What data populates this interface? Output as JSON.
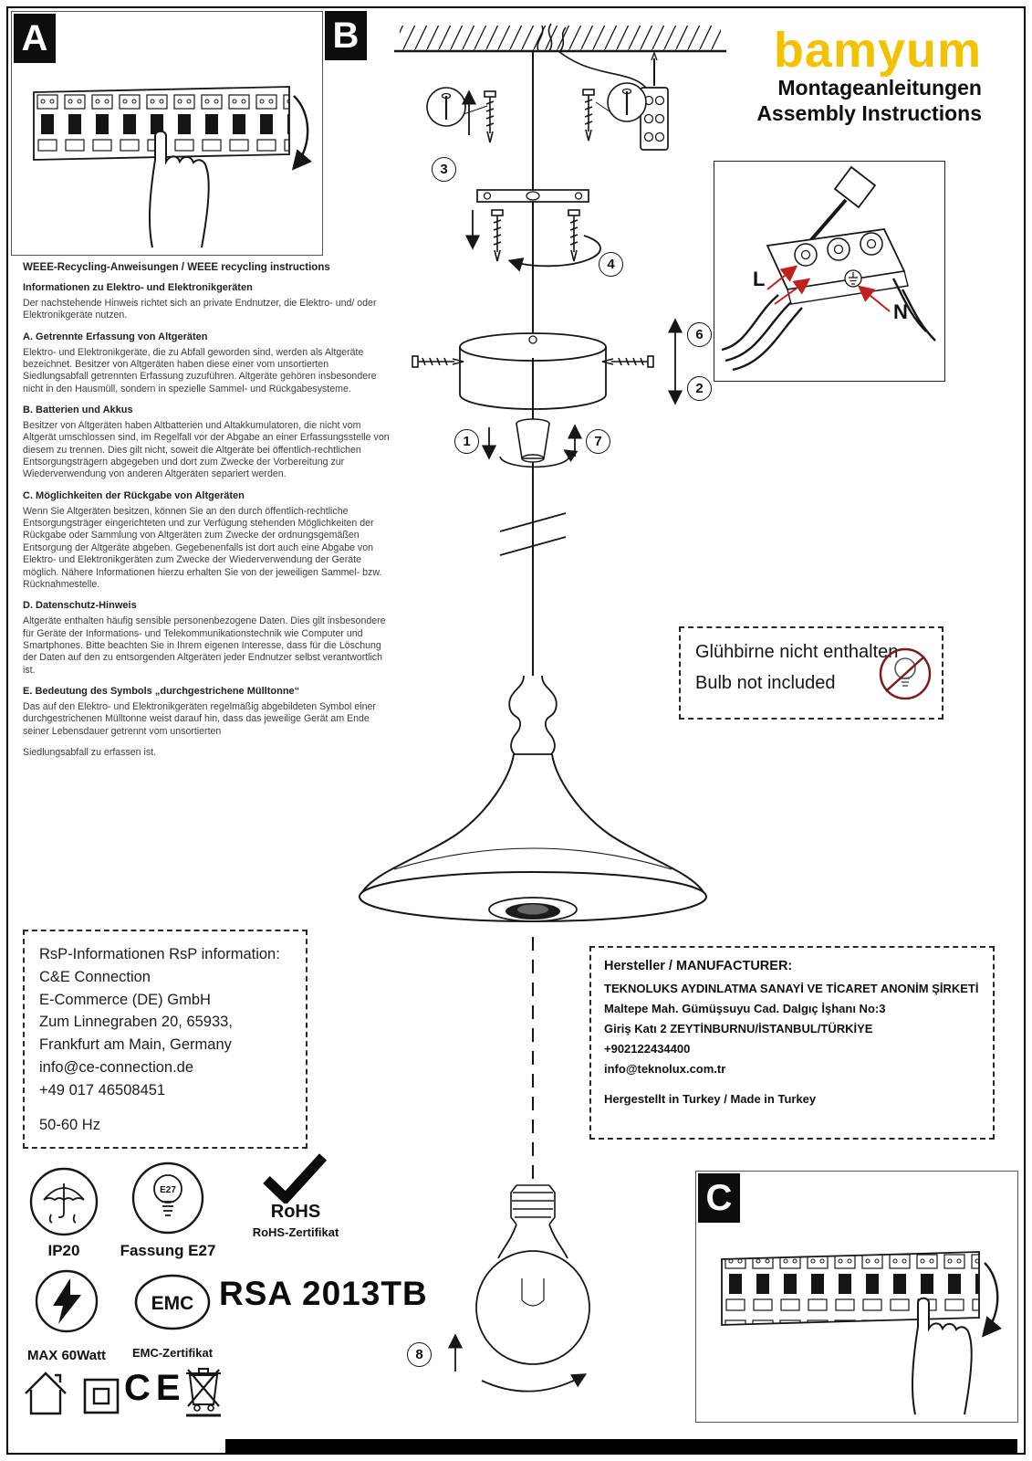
{
  "page": {
    "brand": "bamyum",
    "subtitle_de": "Montageanleitungen",
    "subtitle_en": "Assembly Instructions"
  },
  "labels": {
    "a": "A",
    "b": "B",
    "c": "C"
  },
  "steps": {
    "s1": "1",
    "s2": "2",
    "s3": "3",
    "s4": "4",
    "s6": "6",
    "s7": "7",
    "s8": "8"
  },
  "wiring": {
    "l": "L",
    "n": "N"
  },
  "weee": {
    "title": "WEEE-Recycling-Anweisungen / WEEE recycling instructions",
    "sections": [
      {
        "h": "Informationen zu Elektro- und Elektronikgeräten",
        "b": "Der nachstehende Hinweis richtet sich an private Endnutzer, die Elektro- und/ oder Elektronikgeräte nutzen."
      },
      {
        "h": "A. Getrennte Erfassung von Altgeräten",
        "b": "Elektro- und Elektronikgeräte, die zu Abfall geworden sind, werden als Altgeräte bezeichnet. Besitzer von Altgeräten haben diese einer vom unsortierten Siedlungsabfall getrennten Erfassung zuzuführen. Altgeräte gehören insbesondere nicht in den Hausmüll, sondern in spezielle Sammel- und Rückgabesysteme."
      },
      {
        "h": "B. Batterien und Akkus",
        "b": "Besitzer von Altgeräten haben Altbatterien und Altakkumulatoren, die nicht vom Altgerät umschlossen sind, im Regelfall vor der Abgabe an einer Erfassungsstelle von diesem zu trennen. Dies gilt nicht, soweit die Altgeräte bei öffentlich-rechtlichen Entsorgungsträgern abgegeben und dort zum Zwecke der Vorbereitung zur Wiederverwendung von anderen Altgeräten separiert werden."
      },
      {
        "h": "C. Möglichkeiten der Rückgabe von Altgeräten",
        "b": "Wenn Sie Altgeräten besitzen, können Sie an den durch öffentlich-rechtliche Entsorgungsträger eingerichteten und zur Verfügung stehenden Möglichkeiten der Rückgabe oder Sammlung von Altgeräten zum Zwecke der ordnungsgemäßen Entsorgung der Altgeräte abgeben. Gegebenenfalls ist dort auch eine Abgabe von Elektro- und Elektronikgeräten zum Zwecke der Wiederverwendung der Geräte möglich. Nähere Informationen hierzu erhalten Sie von der jeweiligen Sammel- bzw. Rücknahmestelle."
      },
      {
        "h": "D. Datenschutz-Hinweis",
        "b": "Altgeräte enthalten häufig sensible personenbezogene Daten. Dies gilt insbesondere für Geräte der Informations- und Telekommunikationstechnik wie Computer und Smartphones. Bitte beachten Sie in Ihrem eigenen Interesse, dass für die Löschung der Daten auf den zu entsorgenden Altgeräten jeder Endnutzer selbst verantwortlich ist."
      },
      {
        "h": "E. Bedeutung des Symbols „durchgestrichene Mülltonne“",
        "b": "Das auf den Elektro- und Elektronikgeräten regelmäßig abgebildeten Symbol einer durchgestrichenen Mülltonne weist darauf hin, dass das jeweilige Gerät am Ende seiner Lebensdauer getrennt vom unsortierten"
      }
    ],
    "footer": "Siedlungsabfall zu erfassen ist."
  },
  "bulb_notice": {
    "de": "Glühbirne nicht enthalten",
    "en": "Bulb not included"
  },
  "rsp": {
    "title": "RsP-Informationen RsP information:",
    "lines": [
      "C&E Connection",
      "E-Commerce (DE) GmbH",
      "Zum Linnegraben 20, 65933,",
      "Frankfurt am Main, Germany",
      "info@ce-connection.de",
      "+49 017 46508451"
    ],
    "hz": "50-60 Hz"
  },
  "manufacturer": {
    "title": "Hersteller / MANUFACTURER:",
    "lines": [
      "TEKNOLUKS AYDINLATMA SANAYİ VE TİCARET ANONİM ŞİRKETİ",
      "Maltepe Mah. Gümüşsuyu Cad. Dalgıç İşhanı No:3",
      "Giriş Katı 2 ZEYTİNBURNU/İSTANBUL/TÜRKİYE",
      "+902122434400",
      "info@teknolux.com.tr"
    ],
    "made_in": "Hergestellt in Turkey / Made in Turkey"
  },
  "certs": {
    "ip": "IP20",
    "socket": "Fassung E27",
    "socket_mark": "E27",
    "rohs": "RoHS",
    "rohs_cert": "RoHS-Zertifikat",
    "max_watt": "MAX 60Watt",
    "emc": "EMC",
    "emc_cert": "EMC-Zertifikat",
    "model": "RSA 2013TB",
    "ce": "CE"
  },
  "colors": {
    "brand_yellow": "#f2c200",
    "wire_arrow_red": "#c21f1f",
    "notice_circle_red": "#7a1c1c"
  }
}
